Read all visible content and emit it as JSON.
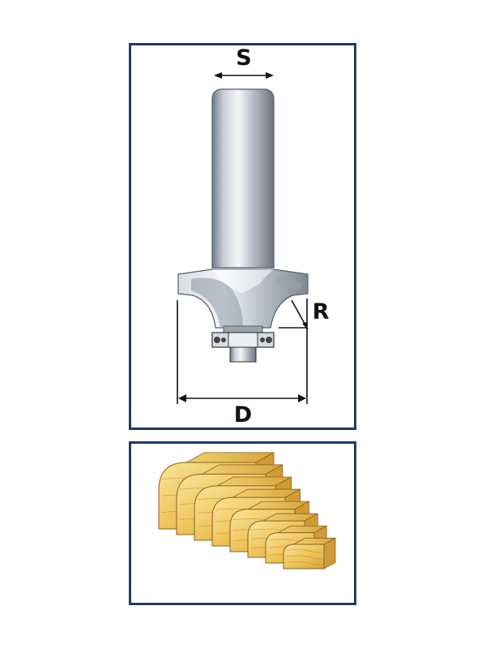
{
  "diagram": {
    "labels": {
      "shank_diameter": "S",
      "radius": "R",
      "cutting_diameter": "D"
    },
    "colors": {
      "frame": "#1f3b63",
      "steel_light": "#e6e9ee",
      "steel_mid": "#b8bfc9",
      "steel_dark": "#7a8390",
      "wood_light": "#f6dc84",
      "wood_mid": "#e8b94c",
      "wood_dark": "#c98e2a",
      "dimension_line": "#111111"
    },
    "icons": [
      "router-bit-icon",
      "bearing-icon",
      "wood-profile-icon"
    ],
    "profile_samples": 8
  }
}
